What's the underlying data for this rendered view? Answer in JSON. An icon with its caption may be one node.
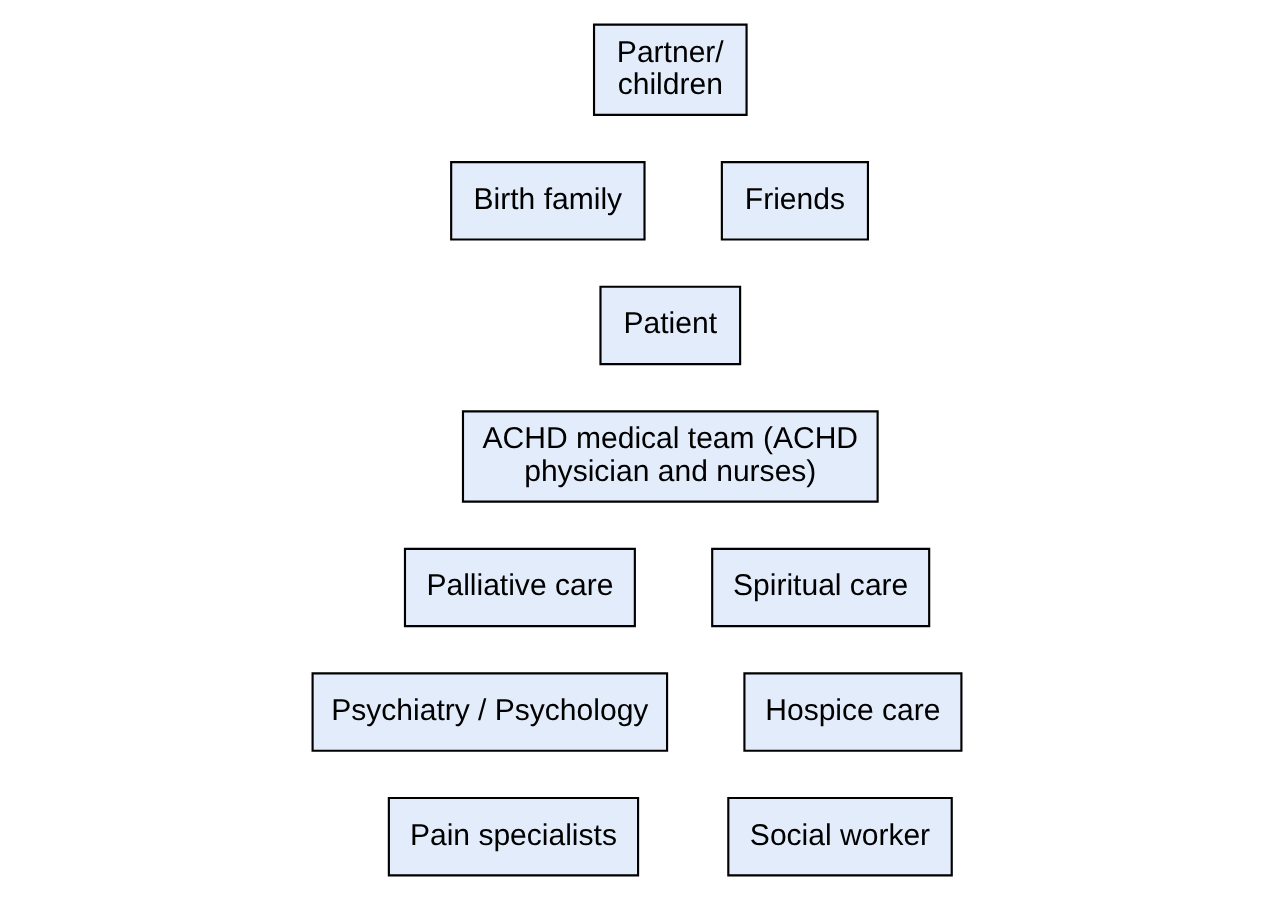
{
  "diagram": {
    "nodes": [
      {
        "text": [
          "Partner/ children"
        ]
      },
      {
        "text": [
          "Birth family"
        ]
      },
      {
        "text": [
          "Friends"
        ]
      },
      {
        "text": [
          "Patient"
        ]
      },
      {
        "text": [
          "ACHD medical team (ACHD physician and nurses)"
        ]
      },
      {
        "text": [
          "Palliative care"
        ]
      },
      {
        "text": [
          "Spiritual care"
        ]
      },
      {
        "text": [
          "Psychiatry / Psychology"
        ]
      },
      {
        "text": [
          "Hospice care"
        ]
      },
      {
        "text": [
          "Pain specialists"
        ]
      },
      {
        "text": [
          "Social worker"
        ]
      }
    ],
    "edges": []
  }
}
